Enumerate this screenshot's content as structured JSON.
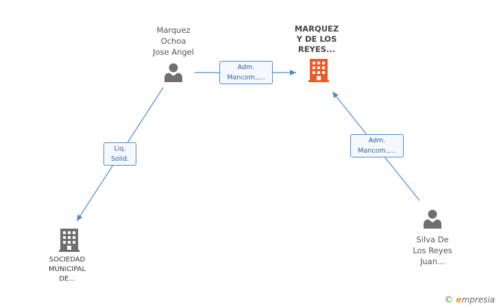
{
  "nodes": {
    "person_marquez": {
      "label": "Marquez\nOchoa\nJose Angel"
    },
    "company_marquez": {
      "label": "MARQUEZ\nY DE LOS\nREYES..."
    },
    "company_sociedad": {
      "label": "SOCIEDAD\nMUNICIPAL\nDE..."
    },
    "person_silva": {
      "label": "Silva De\nLos Reyes\nJuan..."
    }
  },
  "edges": {
    "marquez_to_company": {
      "label": "Adm.\nMancom.,..."
    },
    "silva_to_company": {
      "label": "Adm.\nMancom.,..."
    },
    "marquez_to_sociedad": {
      "label": "Liq.\nSolid."
    }
  },
  "colors": {
    "edge": "#4a88c9",
    "person_icon": "#6f6f6f",
    "company_icon": "#6f6f6f",
    "highlight_company_icon": "#f05a28"
  },
  "brand": {
    "copyright": "©",
    "e": "e",
    "name": "mpresia"
  }
}
